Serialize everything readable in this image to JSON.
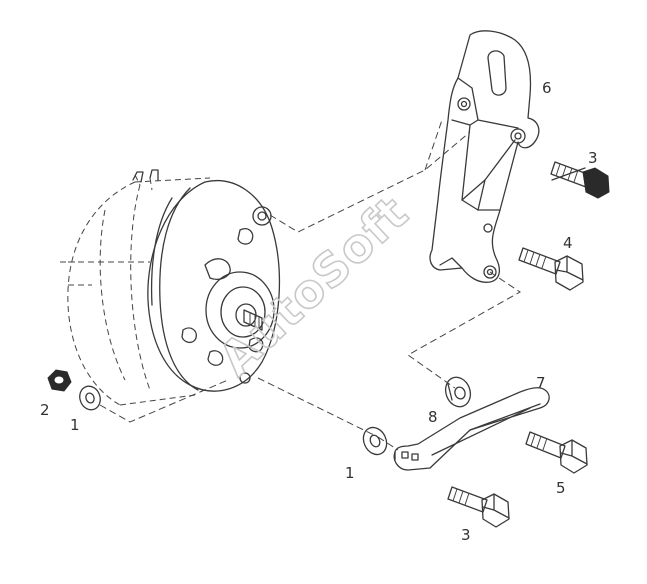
{
  "watermark": "AutoSoft",
  "callouts": {
    "c1a": "1",
    "c1b": "1",
    "c2": "2",
    "c3a": "3",
    "c3b": "3",
    "c4": "4",
    "c5": "5",
    "c6": "6",
    "c7": "7",
    "c8": "8"
  }
}
